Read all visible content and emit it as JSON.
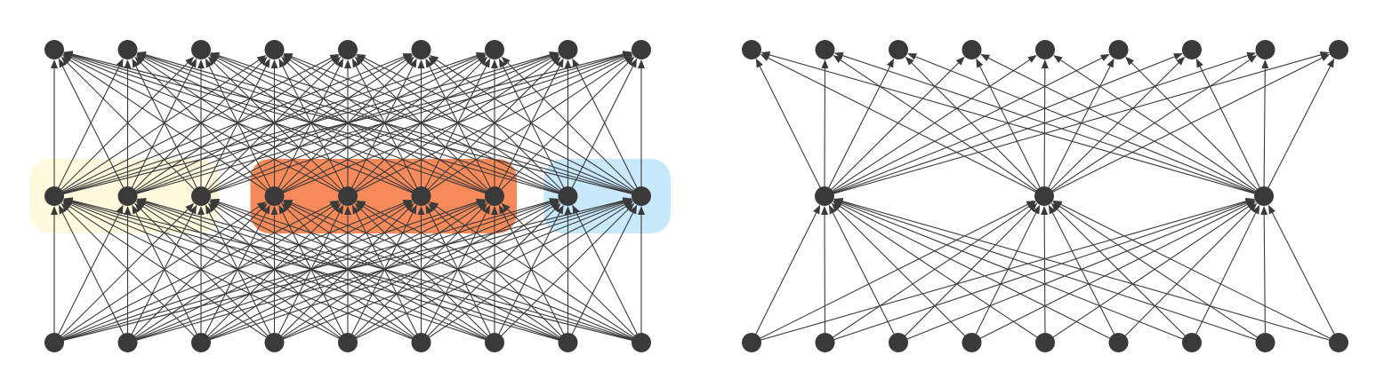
{
  "colors": {
    "node": "#3a3a3a",
    "edge": "#3a3a3a",
    "group_yellow": "#fffadd",
    "group_orange": "#f78a5a",
    "group_blue": "#c8e9fb"
  },
  "left_network": {
    "layers": [
      "input",
      "hidden",
      "output"
    ],
    "node_counts": [
      9,
      9,
      9
    ],
    "groups": [
      {
        "name": "yellow",
        "hidden_nodes": [
          0,
          1,
          2
        ]
      },
      {
        "name": "orange",
        "hidden_nodes": [
          3,
          4,
          5,
          6
        ]
      },
      {
        "name": "blue",
        "hidden_nodes": [
          7,
          8
        ]
      }
    ],
    "connectivity": "fully-connected"
  },
  "right_network": {
    "layers": [
      "input",
      "hidden",
      "output"
    ],
    "node_counts": [
      9,
      3,
      9
    ],
    "connectivity": "fully-connected"
  }
}
